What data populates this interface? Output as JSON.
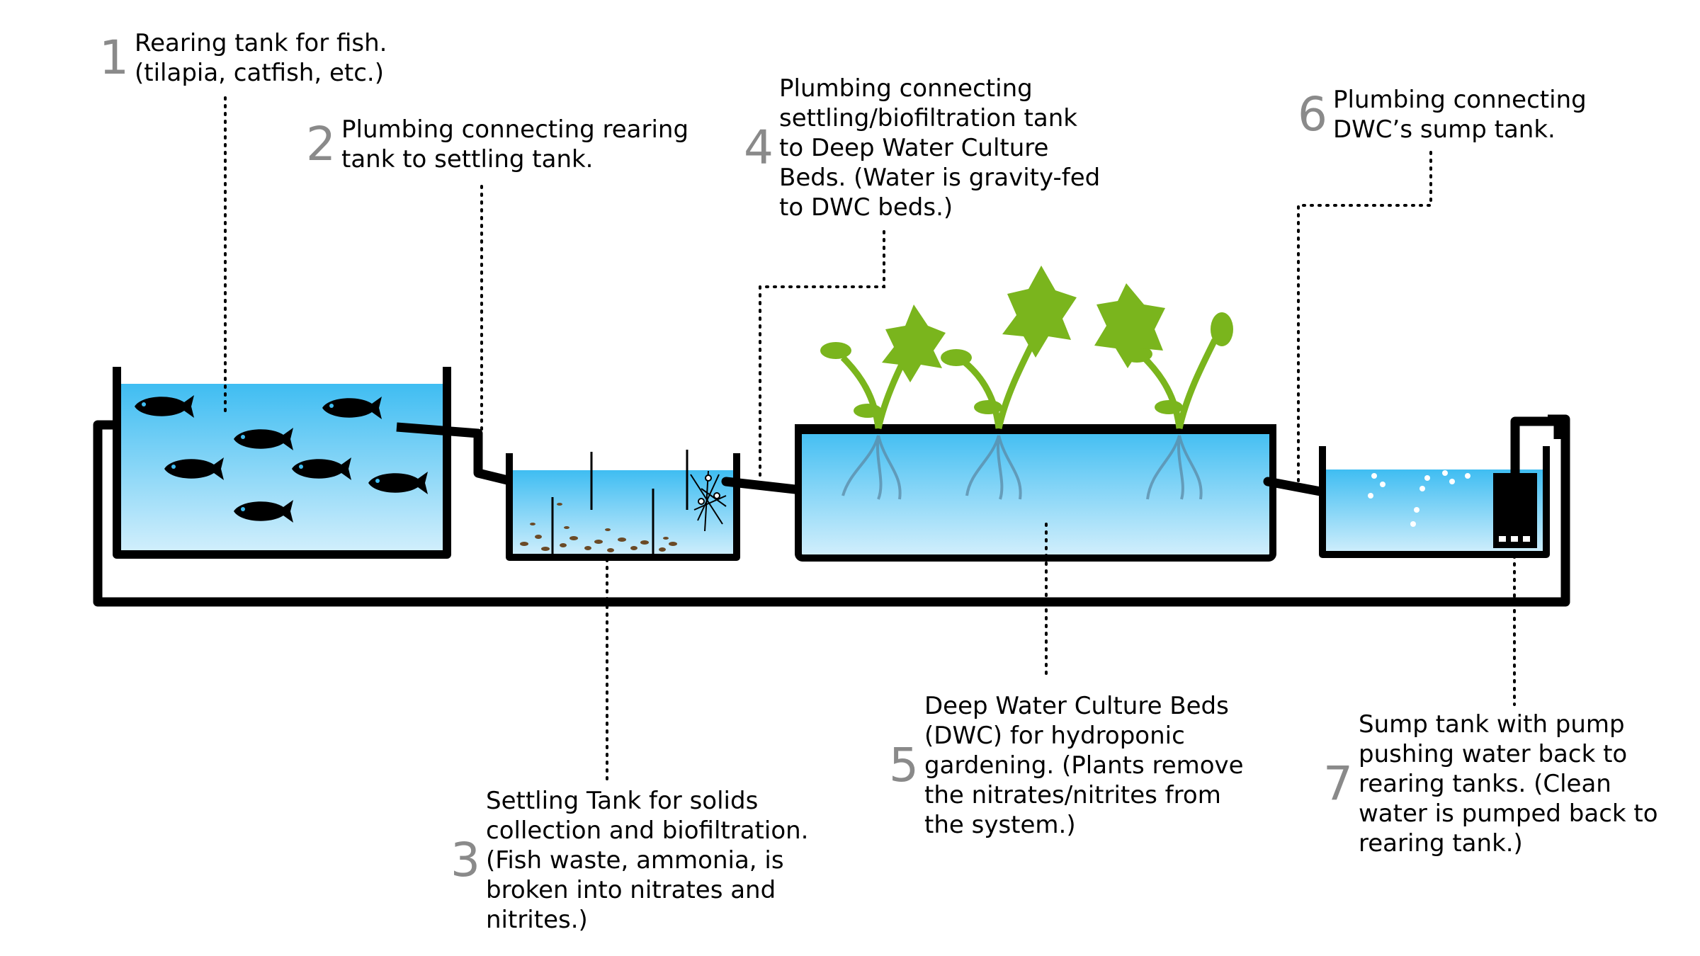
{
  "labels": [
    {
      "number": "1",
      "lines": [
        "Rearing tank for fish.",
        "(tilapia, catfish, etc.)"
      ]
    },
    {
      "number": "2",
      "lines": [
        "Plumbing connecting rearing",
        "tank to settling tank."
      ]
    },
    {
      "number": "3",
      "lines": [
        "Settling Tank for solids",
        "collection and biofiltration.",
        "(Fish waste, ammonia, is",
        "broken into nitrates and",
        "nitrites.)"
      ]
    },
    {
      "number": "4",
      "lines": [
        "Plumbing connecting",
        "settling/biofiltration tank",
        "to Deep Water Culture",
        "Beds. (Water is gravity-fed",
        "to DWC beds.)"
      ]
    },
    {
      "number": "5",
      "lines": [
        "Deep Water Culture Beds",
        "(DWC) for hydroponic",
        "gardening. (Plants remove",
        "the nitrates/nitrites from",
        "the system.)"
      ]
    },
    {
      "number": "6",
      "lines": [
        "Plumbing connecting",
        "DWC’s sump tank."
      ]
    },
    {
      "number": "7",
      "lines": [
        "Sump tank with pump",
        "pushing water back to",
        "rearing tanks. (Clean",
        "water is pumped back to",
        "rearing tank.)"
      ]
    }
  ],
  "colors": {
    "water_top": "#3fbdf2",
    "water_bottom": "#d2effc",
    "plant": "#7ab51d",
    "outline": "#000000",
    "number": "#8a8a8a",
    "waste": "#6b4a26"
  }
}
